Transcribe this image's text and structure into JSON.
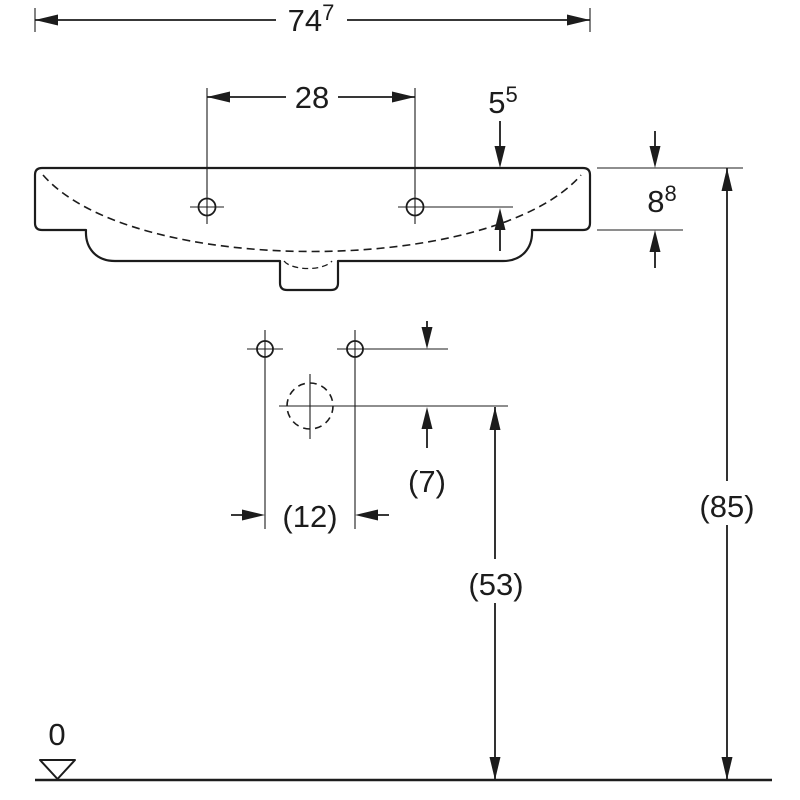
{
  "drawing": {
    "type": "washbasin-front-elevation-technical-drawing",
    "units_note": "",
    "colors": {
      "line": "#1c1c1c",
      "background": "#ffffff"
    }
  },
  "dimensions": {
    "overall_width": {
      "value": "74",
      "superscript": "7"
    },
    "tap_hole_spacing": {
      "value": "28"
    },
    "rim_to_tap_hole": {
      "value": "5",
      "superscript": "5"
    },
    "rim_height": {
      "value": "8",
      "superscript": "8"
    },
    "detail_hole_spacing": {
      "value": "(12)"
    },
    "tap_line_to_outlet": {
      "value": "(7)"
    },
    "outlet_height": {
      "value": "(53)"
    },
    "overall_height": {
      "value": "(85)"
    },
    "floor_level": {
      "value": "0"
    }
  }
}
